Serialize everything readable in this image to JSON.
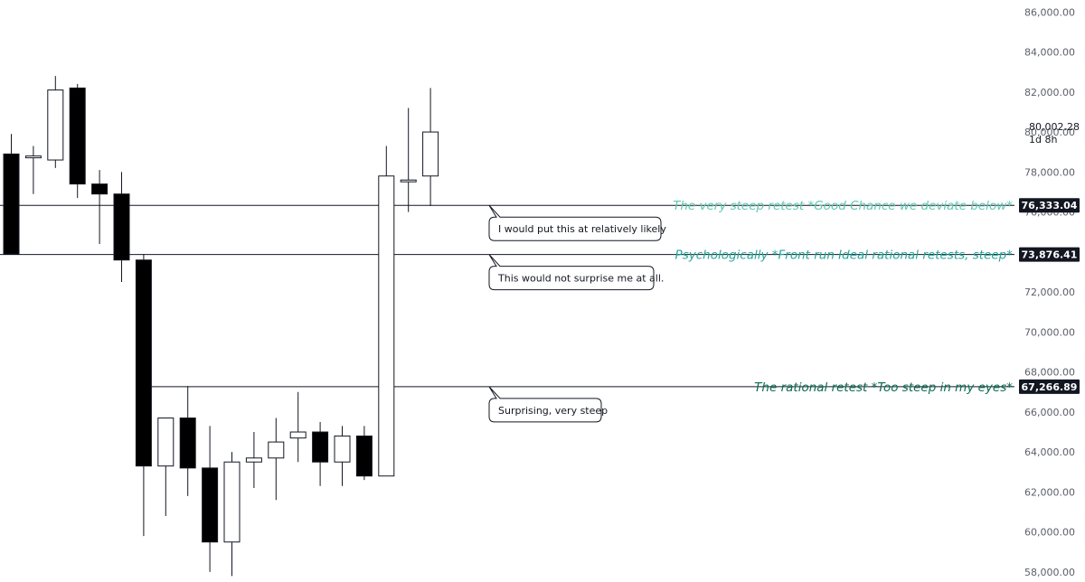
{
  "chart_data": {
    "type": "candlestick",
    "ylim": [
      57500,
      86600
    ],
    "y_ticks": [
      58000,
      60000,
      62000,
      64000,
      66000,
      68000,
      70000,
      72000,
      74000,
      76000,
      78000,
      80000,
      82000,
      84000,
      86000
    ],
    "y_tick_labels": [
      "58,000.00",
      "60,000.00",
      "62,000.00",
      "64,000.00",
      "66,000.00",
      "68,000.00",
      "70,000.00",
      "72,000.00",
      "74,000.00",
      "76,000.00",
      "78,000.00",
      "80,000.00",
      "82,000.00",
      "84,000.00",
      "86,000.00"
    ],
    "candles": [
      {
        "open": 78900,
        "high": 79900,
        "low": 73900,
        "close": 73900
      },
      {
        "open": 78800,
        "high": 79300,
        "low": 76900,
        "close": 78800
      },
      {
        "open": 78600,
        "high": 82800,
        "low": 78200,
        "close": 82100
      },
      {
        "open": 82200,
        "high": 82400,
        "low": 76700,
        "close": 77400
      },
      {
        "open": 77400,
        "high": 78100,
        "low": 74400,
        "close": 76900
      },
      {
        "open": 76900,
        "high": 78000,
        "low": 72500,
        "close": 73600
      },
      {
        "open": 73600,
        "high": 73900,
        "low": 59800,
        "close": 63300
      },
      {
        "open": 63300,
        "high": 65700,
        "low": 60800,
        "close": 65700
      },
      {
        "open": 65700,
        "high": 67300,
        "low": 61800,
        "close": 63200
      },
      {
        "open": 63200,
        "high": 65300,
        "low": 58000,
        "close": 59500
      },
      {
        "open": 59500,
        "high": 64000,
        "low": 57800,
        "close": 63500
      },
      {
        "open": 63500,
        "high": 65000,
        "low": 62200,
        "close": 63700
      },
      {
        "open": 63700,
        "high": 65700,
        "low": 61600,
        "close": 64500
      },
      {
        "open": 64700,
        "high": 67000,
        "low": 63500,
        "close": 65000
      },
      {
        "open": 65000,
        "high": 65500,
        "low": 62300,
        "close": 63500
      },
      {
        "open": 63500,
        "high": 65300,
        "low": 62300,
        "close": 64800
      },
      {
        "open": 64800,
        "high": 65300,
        "low": 62600,
        "close": 62800
      },
      {
        "open": 62800,
        "high": 79300,
        "low": 62800,
        "close": 77800
      },
      {
        "open": 77600,
        "high": 81200,
        "low": 76000,
        "close": 77600
      },
      {
        "open": 77800,
        "high": 82200,
        "low": 76300,
        "close": 80000
      }
    ],
    "levels": [
      {
        "value": 76333.04,
        "label": "76,333.04",
        "note": "The very steep retest *Good Chance we deviate below*",
        "note_color": "#5fc9b3",
        "callout": "I would put this at relatively likely"
      },
      {
        "value": 73876.41,
        "label": "73,876.41",
        "note": "Psychologically *Front run Ideal rational retests, steep*",
        "note_color": "#26a69a",
        "callout": "This would not surprise me at all."
      },
      {
        "value": 67266.89,
        "label": "67,266.89",
        "note": "The rational retest *Too steep in my eyes*",
        "note_color": "#0b6b53",
        "callout": "Surprising, very steep"
      }
    ],
    "current_price": {
      "value": 80002.28,
      "label": "80,002.28",
      "countdown": "1d 8h"
    }
  }
}
